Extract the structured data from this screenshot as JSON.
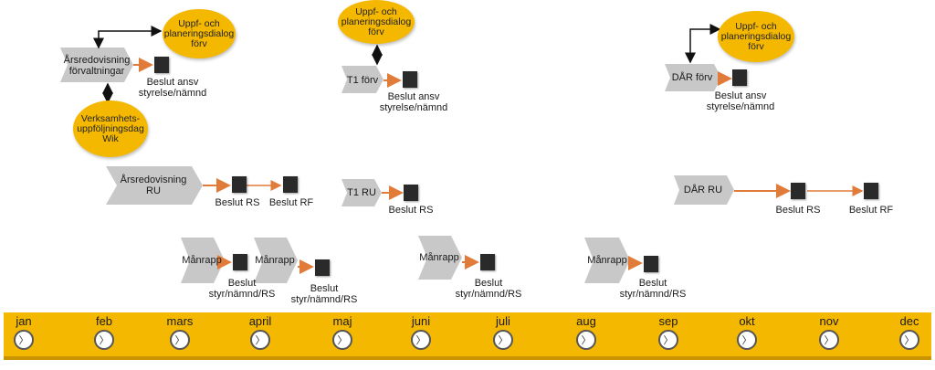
{
  "colors": {
    "timeline": "#f5b800",
    "bubble": "#f5b800",
    "arrow": "#e07b39",
    "chevron": "#c8c8c8",
    "box": "#2a2a2a"
  },
  "bubbles": [
    {
      "id": "b1",
      "text": "Uppf- och\nplaneringsdialog\nförv"
    },
    {
      "id": "b2",
      "text": "Verksamhets-\nuppföljningsdag\nWik"
    },
    {
      "id": "b3",
      "text": "Uppf- och\nplaneringsdialog\nförv"
    },
    {
      "id": "b4",
      "text": "Uppf- och\nplaneringsdialog\nförv"
    }
  ],
  "chevrons": [
    {
      "id": "c1",
      "text": "Årsredovisning\nförvaltningar"
    },
    {
      "id": "c2",
      "text": "T1 förv"
    },
    {
      "id": "c3",
      "text": "DÅR förv"
    },
    {
      "id": "c4",
      "text": "Årsredovisning\nRU"
    },
    {
      "id": "c5",
      "text": "T1 RU"
    },
    {
      "id": "c6",
      "text": "DÅR RU"
    },
    {
      "id": "c7",
      "text": "Månrapp"
    },
    {
      "id": "c8",
      "text": "Månrapp"
    },
    {
      "id": "c9",
      "text": "Månrapp"
    },
    {
      "id": "c10",
      "text": "Månrapp"
    }
  ],
  "decisions": [
    {
      "id": "d1",
      "text": "Beslut ansv\nstyrelse/nämnd"
    },
    {
      "id": "d2",
      "text": "Beslut ansv\nstyrelse/nämnd"
    },
    {
      "id": "d3",
      "text": "Beslut ansv\nstyrelse/nämnd"
    },
    {
      "id": "d4",
      "text": "Beslut RS"
    },
    {
      "id": "d5",
      "text": "Beslut RF"
    },
    {
      "id": "d6",
      "text": "Beslut RS"
    },
    {
      "id": "d7",
      "text": "Beslut RS"
    },
    {
      "id": "d8",
      "text": "Beslut RF"
    },
    {
      "id": "d9",
      "text": "Beslut\nstyr/nämnd/RS"
    },
    {
      "id": "d10",
      "text": "Beslut\nstyr/nämnd/RS"
    },
    {
      "id": "d11",
      "text": "Beslut\nstyr/nämnd/RS"
    },
    {
      "id": "d12",
      "text": "Beslut\nstyr/nämnd/RS"
    }
  ],
  "timeline": {
    "months": [
      "jan",
      "feb",
      "mars",
      "april",
      "maj",
      "juni",
      "juli",
      "aug",
      "sep",
      "okt",
      "nov",
      "dec"
    ],
    "clock_glyph": "〉"
  }
}
